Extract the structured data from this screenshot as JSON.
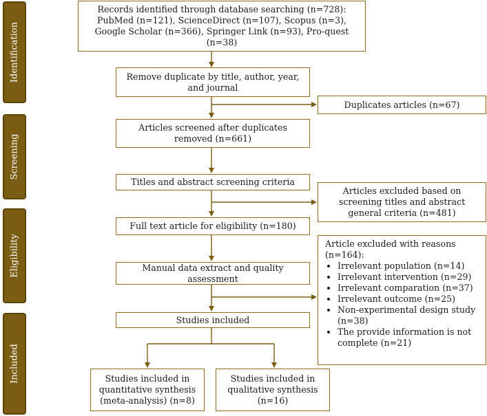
{
  "stages": {
    "identification": "Identification",
    "screening": "Screening",
    "eligibility": "Eligibility",
    "included": "Included"
  },
  "boxes": {
    "records": "Records identified through database searching (n=728): PubMed (n=121), ScienceDirect (n=107), Scopus (n=3), Google Scholar (n=366), Springer Link (n=93), Pro-quest (n=38)",
    "remove_duplicates": "Remove duplicate by title, author, year, and journal",
    "duplicates": "Duplicates articles (n=67)",
    "screened": "Articles screened after duplicates removed (n=661)",
    "titles_abstract": "Titles and abstract screening criteria",
    "excluded_screening": "Articles excluded based on screening titles and abstract general criteria (n=481)",
    "full_text": "Full text article for eligibility (n=180)",
    "manual_extract": "Manual data extract and quality assessment",
    "studies_included": "Studies included",
    "quantitative": "Studies included in quantitative synthesis (meta-analysis) (n=8)",
    "qualitative": "Studies included in qualitative synthesis (n=16)"
  },
  "exclusions": {
    "title": "Article excluded with reasons (n=164):",
    "items": [
      "Irrelevant population (n=14)",
      "Irrelevant intervention (n=29)",
      "Irrelevant comparation (n=37)",
      "Irrelevant outcome (n=25)",
      "Non-experimental design study (n=38)",
      "The provide information is not complete (n=21)"
    ]
  },
  "colors": {
    "stage_fill": "#7a5c12",
    "box_border": "#8b6a1a",
    "arrow": "#7a5c12"
  }
}
